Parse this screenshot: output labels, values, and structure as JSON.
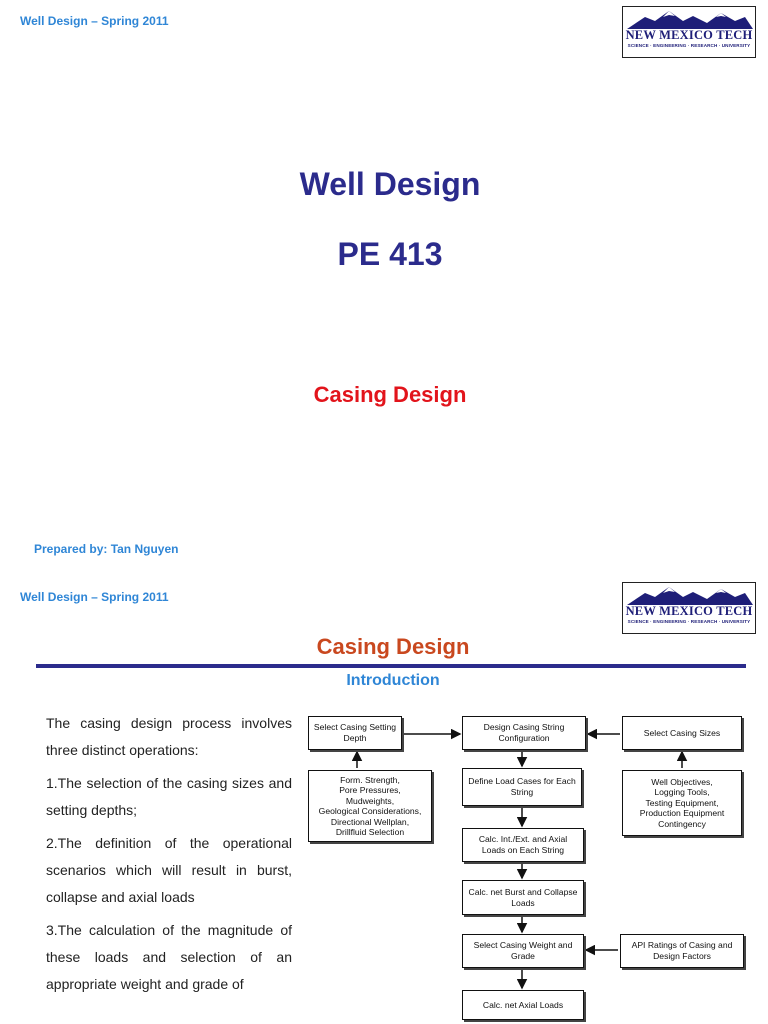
{
  "slide1": {
    "header": "Well Design – Spring 2011",
    "logo": {
      "name": "NEW MEXICO TECH",
      "tagline": "SCIENCE · ENGINEERING · RESEARCH · UNIVERSITY"
    },
    "title": "Well Design",
    "course": "PE 413",
    "subtitle": "Casing Design",
    "author": "Prepared by: Tan Nguyen"
  },
  "slide2": {
    "header": "Well Design – Spring 2011",
    "logo": {
      "name": "NEW MEXICO TECH",
      "tagline": "SCIENCE · ENGINEERING · RESEARCH · UNIVERSITY"
    },
    "title": "Casing Design",
    "section": "Introduction",
    "paragraphs": [
      "The casing design process involves three distinct operations:",
      "1.The selection of  the casing sizes and setting depths;",
      "2.The definition of the operational scenarios which will result in burst, collapse and axial loads",
      "3.The calculation of the magnitude of these loads and selection of an appropriate weight and grade of"
    ],
    "flowchart": {
      "select_setting_depth": "Select Casing Setting Depth",
      "design_string": "Design Casing String Configuration",
      "select_sizes": "Select Casing Sizes",
      "formation_inputs": [
        "Form. Strength,",
        "Pore Pressures,",
        "Mudweights,",
        "Geological Considerations,",
        "Directional Wellplan,",
        "Drillfluid  Selection"
      ],
      "well_objectives": [
        "Well Objectives,",
        "Logging Tools,",
        "Testing Equipment,",
        "Production Equipment",
        "Contingency"
      ],
      "define_load_cases": "Define Load Cases for Each String",
      "calc_int_ext": "Calc. Int./Ext. and Axial Loads on Each String",
      "calc_burst_collapse": "Calc. net Burst and Collapse Loads",
      "select_weight_grade": "Select Casing Weight and Grade",
      "api_ratings": "API Ratings of Casing and Design Factors",
      "calc_axial": "Calc. net Axial Loads"
    }
  },
  "colors": {
    "header_blue": "#2f86d6",
    "title_navy": "#2b2b8c",
    "subtitle_red": "#e2141b",
    "slide2_title_orange": "#c9481f"
  }
}
